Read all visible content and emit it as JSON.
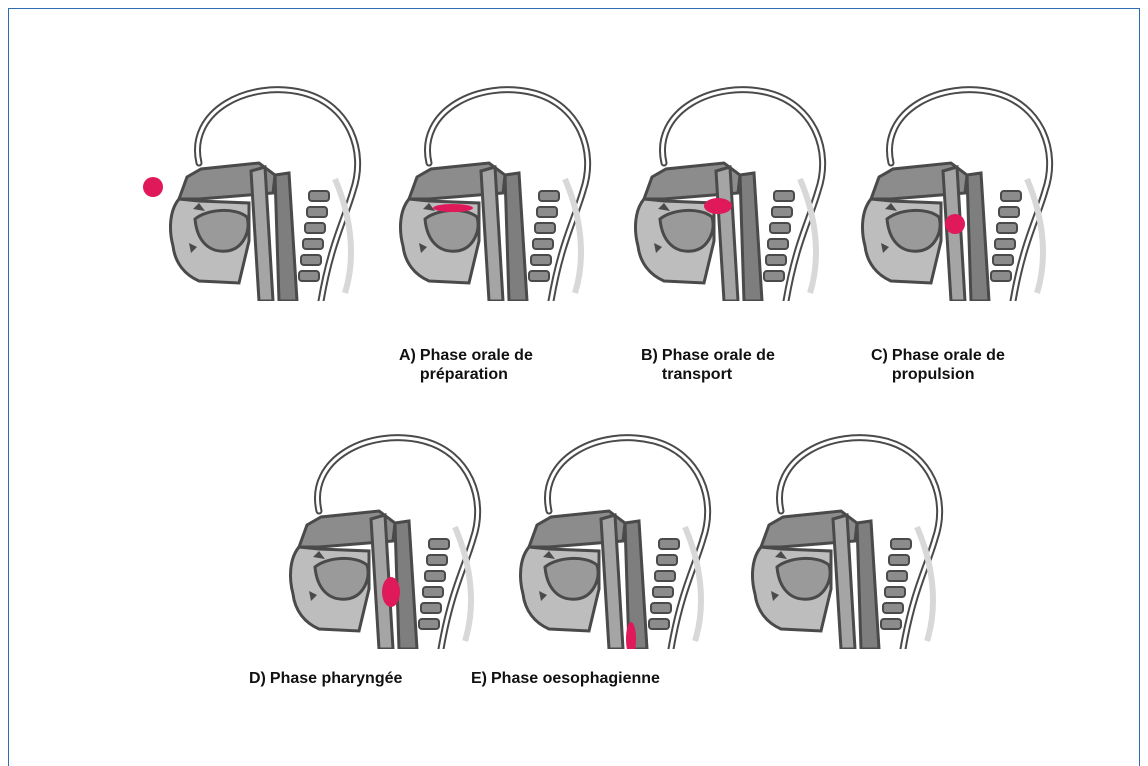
{
  "figure": {
    "panels": [
      {
        "id": "intro",
        "letter": "",
        "caption": "",
        "bolus": "outside"
      },
      {
        "id": "A",
        "letter": "A)",
        "caption": "Phase orale de préparation",
        "bolus": "oral-prep"
      },
      {
        "id": "B",
        "letter": "B)",
        "caption": "Phase orale de transport",
        "bolus": "oral-transport"
      },
      {
        "id": "C",
        "letter": "C)",
        "caption": "Phase orale de propulsion",
        "bolus": "oral-propulsion"
      },
      {
        "id": "D",
        "letter": "D)",
        "caption": "Phase pharyngée",
        "bolus": "pharyngeal"
      },
      {
        "id": "E",
        "letter": "E)",
        "caption": "Phase oesophagienne",
        "bolus": "oesophageal"
      },
      {
        "id": "end",
        "letter": "",
        "caption": "",
        "bolus": "none"
      }
    ]
  },
  "colors": {
    "frame_border": "#2f6db2",
    "bolus": "#e0195a",
    "tissue": "#8c8c8c",
    "outline": "#4a4a4a"
  }
}
